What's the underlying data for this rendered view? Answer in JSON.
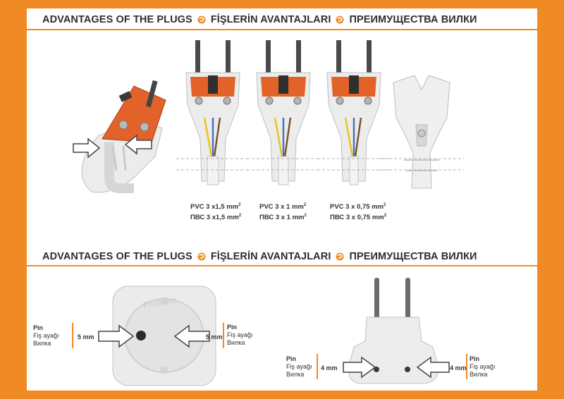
{
  "section1": {
    "title_en": "ADVANTAGES OF THE PLUGS",
    "title_tr": "FİŞLERİN AVANTAJLARI",
    "title_ru": "ПРЕИМУЩЕСТВА ВИЛКИ"
  },
  "cables": [
    {
      "pvc": "PVC 3 x1,5 mm",
      "pbc": "ПВС 3 x1,5 mm",
      "sup": "2"
    },
    {
      "pvc": "PVC 3 x 1 mm",
      "pbc": "ПВС 3 x 1 mm",
      "sup": "2"
    },
    {
      "pvc": "PVC 3 x 0,75 mm",
      "pbc": "ПВС 3 x 0,75 mm",
      "sup": "2"
    }
  ],
  "section2": {
    "title_en": "ADVANTAGES OF THE PLUGS",
    "title_tr": "FİŞLERİN AVANTAJLARI",
    "title_ru": "ПРЕИМУЩЕСТВА ВИЛКИ"
  },
  "socket": {
    "left": {
      "en": "Pin",
      "tr": "Fiş ayağı",
      "ru": "Вилка",
      "mm": "5 mm"
    },
    "right": {
      "en": "Pin",
      "tr": "Fiş ayağı",
      "ru": "Вилка",
      "mm": "5 mm"
    },
    "embossed": "ProfiTec"
  },
  "plug": {
    "left": {
      "en": "Pin",
      "tr": "Fiş ayağı",
      "ru": "Вилка",
      "mm": "4 mm"
    },
    "right": {
      "en": "Pin",
      "tr": "Fiş ayağı",
      "ru": "Вилка",
      "mm": "4 mm"
    }
  },
  "colors": {
    "accent": "#f08a24",
    "plastic": "#e9e9e9",
    "core_orange": "#e2622a"
  }
}
